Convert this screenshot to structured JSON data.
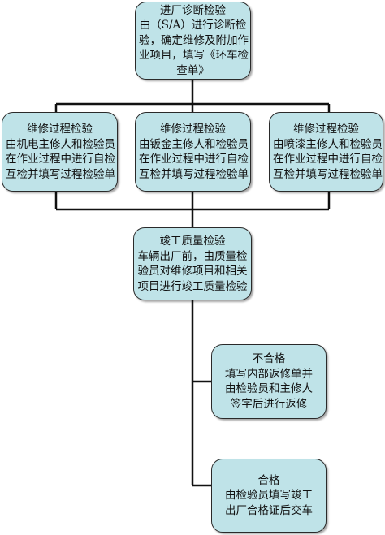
{
  "diagram": {
    "boxes": [
      {
        "id": "intake-inspection",
        "lines": [
          "进厂诊断检验",
          "由（S/A）进行诊断检",
          "验，确定维修及附加作",
          "业项目，填写《环车检",
          "查单》"
        ]
      },
      {
        "id": "process-mech",
        "lines": [
          "维修过程检验",
          "由机电主修人和检验员",
          "在作业过程中进行自检",
          "互检并填写过程检验单"
        ]
      },
      {
        "id": "process-sheet",
        "lines": [
          "维修过程检验",
          "由钣金主修人和检验员",
          "在作业过程中进行自检",
          "互检并填写过程检验单"
        ]
      },
      {
        "id": "process-paint",
        "lines": [
          "维修过程检验",
          "由喷漆主修人和检验员",
          "在作业过程中进行自检",
          "互检并填写过程检验单"
        ]
      },
      {
        "id": "completion-inspection",
        "lines": [
          "竣工质量检验",
          "车辆出厂前，由质量检",
          "验员对维修项目和相关",
          "项目进行竣工质量检验"
        ]
      },
      {
        "id": "fail-result",
        "lines": [
          "不合格",
          "填写内部返修单并",
          "由检验员和主修人",
          "签字后进行返修"
        ]
      },
      {
        "id": "pass-result",
        "lines": [
          "合格",
          "由检验员填写竣工",
          "出厂合格证后交车"
        ]
      }
    ]
  }
}
